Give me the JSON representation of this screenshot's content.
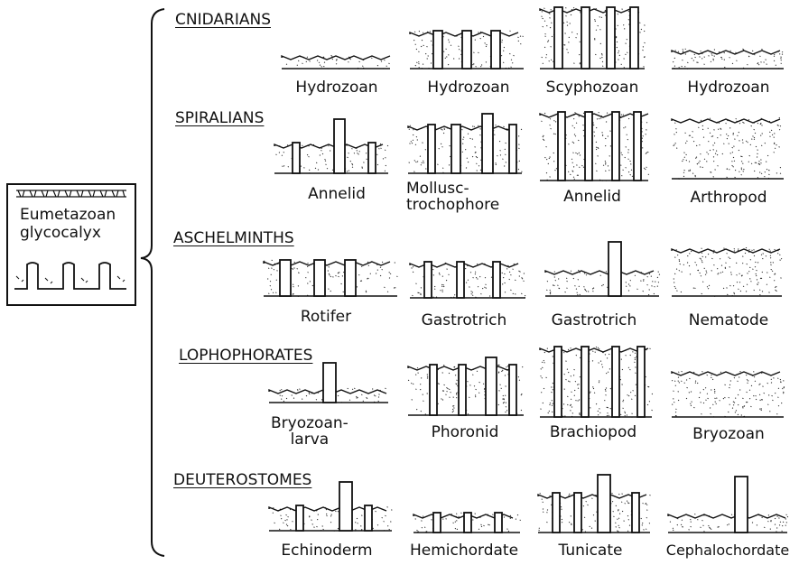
{
  "left_box": {
    "line1": "Eumetazoan",
    "line2": "glycocalyx"
  },
  "groups": [
    {
      "name": "CNIDARIANS",
      "labels": [
        "Hydrozoan",
        "Hydrozoan",
        "Scyphozoan",
        "Hydrozoan"
      ]
    },
    {
      "name": "SPIRALIANS",
      "labels": [
        "Annelid",
        "Mollusc-\ntrochophore",
        "Annelid",
        "Arthropod"
      ]
    },
    {
      "name": "ASCHELMINTHS",
      "labels": [
        "Rotifer",
        "Gastrotrich",
        "Gastrotrich",
        "Nematode"
      ]
    },
    {
      "name": "LOPHOPHORATES",
      "labels": [
        "Bryozoan-\nlarva",
        "Phoronid",
        "Brachiopod",
        "Bryozoan"
      ]
    },
    {
      "name": "DEUTEROSTOMES",
      "labels": [
        "Echinoderm",
        "Hemichordate",
        "Tunicate",
        "Cephalochordate"
      ]
    }
  ]
}
